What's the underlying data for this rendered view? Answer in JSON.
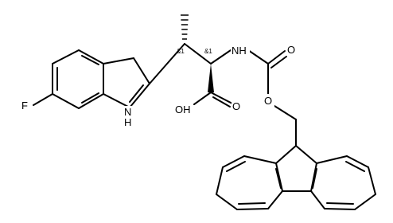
{
  "structure": {
    "atom_labels": {
      "fluorine": "F",
      "indole_nh": "N",
      "indole_nh_h": "H",
      "amide_nh": "NH",
      "carbamate_carbonyl_o": "O",
      "carbamate_ester_o": "O",
      "acid_oh": "OH",
      "acid_carbonyl_o": "O"
    },
    "stereo_labels": {
      "beta_carbon": "&1",
      "alpha_carbon": "&1"
    }
  }
}
